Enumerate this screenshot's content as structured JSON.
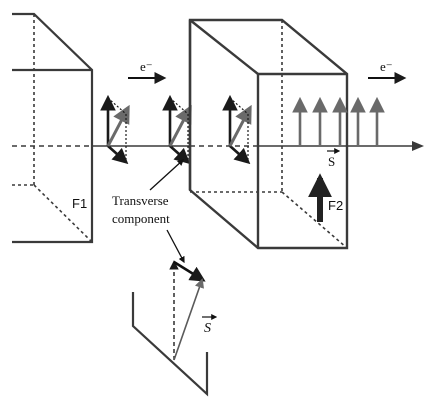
{
  "labels": {
    "electron_left": "e⁻",
    "electron_right": "e⁻",
    "filter_1": "F1",
    "filter_2": "F2",
    "spin_vector_axis": "S",
    "spin_vector_bottom": "S",
    "transverse_line_1": "Transverse",
    "transverse_line_2": "component"
  },
  "colors": {
    "line": "#3a3a3a",
    "arrow_dark": "#1a1a1a",
    "arrow_gray": "#6a6a6a",
    "background": "#ffffff"
  }
}
